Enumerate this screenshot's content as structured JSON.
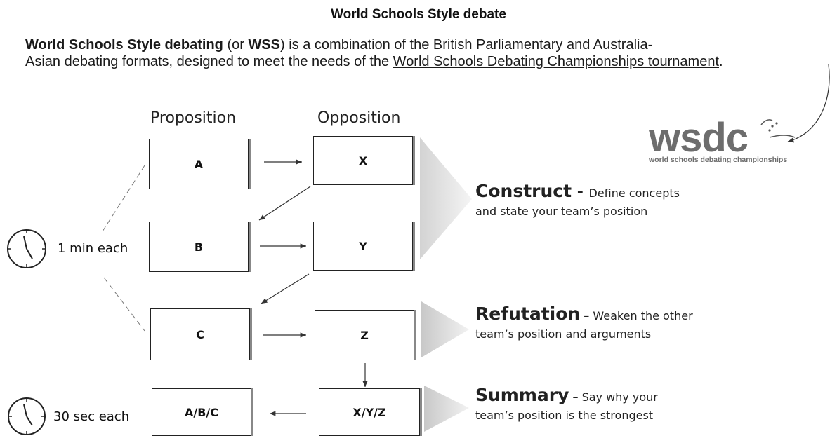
{
  "title": "World Schools Style debate",
  "intro": {
    "part1_bold": "World Schools Style debating",
    "part2": " (or ",
    "part3_bold": "WSS",
    "part4": ") is a combination of the British Parliamentary and Australia-",
    "line2_prefix": "Asian debating formats, designed to meet the needs of the ",
    "link_text": "World Schools Debating Championships tournament",
    "line2_suffix": "."
  },
  "columns": {
    "proposition": "Proposition",
    "opposition": "Opposition"
  },
  "rows": [
    {
      "prop": "A",
      "opp": "X"
    },
    {
      "prop": "B",
      "opp": "Y"
    },
    {
      "prop": "C",
      "opp": "Z"
    },
    {
      "prop": "A/B/C",
      "opp": "X/Y/Z"
    }
  ],
  "timers": [
    {
      "label": "1 min each",
      "icon": "clock-icon"
    },
    {
      "label": "30 sec each",
      "icon": "clock-icon"
    }
  ],
  "stages": [
    {
      "head": "Construct",
      "sep": " - ",
      "desc1": "Define concepts",
      "desc2": "and state your team’s position"
    },
    {
      "head": "Refutation",
      "sep": " – ",
      "desc1": "Weaken the other",
      "desc2": "team’s position and arguments"
    },
    {
      "head": "Summary",
      "sep": " – ",
      "desc1": "Say why your",
      "desc2": "team’s position is the strongest"
    }
  ],
  "logo": {
    "word": "wsdc",
    "subtitle": "world schools debating championships"
  }
}
